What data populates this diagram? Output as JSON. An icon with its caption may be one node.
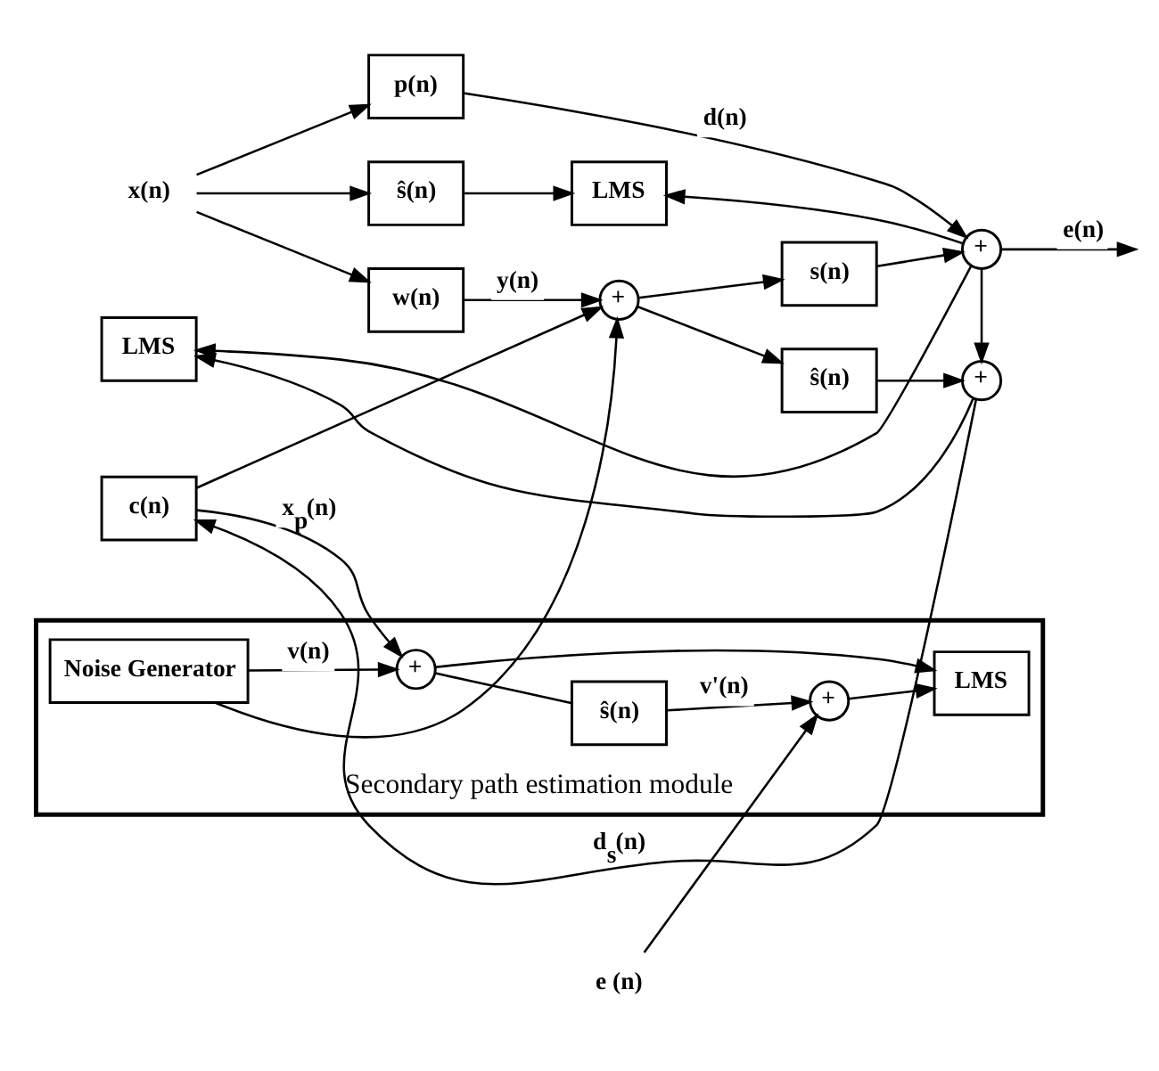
{
  "diagram": {
    "nodes": [
      {
        "text": [
          "x(n)"
        ]
      },
      {
        "text": [
          "p(n)"
        ]
      },
      {
        "text": [
          "ŝ(n)"
        ]
      },
      {
        "text": [
          "LMS"
        ]
      },
      {
        "text": [
          "w(n)"
        ]
      },
      {
        "text": [
          "+"
        ]
      },
      {
        "text": [
          "+"
        ]
      },
      {
        "text": [
          "s(n)"
        ]
      },
      {
        "text": [
          "c(n)"
        ]
      },
      {
        "text": [
          "ŝ(n)"
        ]
      },
      {
        "text": [
          "LMS"
        ]
      },
      {
        "text": [
          "+"
        ]
      },
      {
        "text": [
          "e (n)"
        ]
      },
      {
        "text": [
          "Secondary path estimation module"
        ]
      },
      {
        "text": [
          "Noise Generator"
        ],
        "in": 13
      },
      {
        "text": [
          "+"
        ],
        "in": 13
      },
      {
        "text": [
          "ŝ(n)"
        ],
        "in": 13
      },
      {
        "text": [
          "+"
        ],
        "in": 13
      },
      {
        "text": [
          "LMS"
        ],
        "in": 13
      }
    ],
    "edges": [
      {
        "from": 0,
        "to": 1,
        "arrow": "to"
      },
      {
        "from": 0,
        "to": 2,
        "arrow": "to"
      },
      {
        "from": 0,
        "to": 4,
        "arrow": "to"
      },
      {
        "from": 1,
        "to": 6,
        "arrow": "to",
        "label": "d(n)"
      },
      {
        "from": 2,
        "to": 3,
        "arrow": "to"
      },
      {
        "from": 6,
        "to": null,
        "arrow": "to",
        "label": "e(n)"
      },
      {
        "from": 6,
        "to": 3,
        "arrow": "to"
      },
      {
        "from": 6,
        "to": 10,
        "arrow": "to"
      },
      {
        "from": 6,
        "to": 11,
        "arrow": "to"
      },
      {
        "from": 4,
        "to": 5,
        "arrow": "to",
        "label": "y(n)"
      },
      {
        "from": 5,
        "to": 7,
        "arrow": "to"
      },
      {
        "from": 5,
        "to": 9,
        "arrow": "to"
      },
      {
        "from": 7,
        "to": 6,
        "arrow": "to"
      },
      {
        "from": 8,
        "to": 5,
        "arrow": "to"
      },
      {
        "from": 8,
        "to": 15,
        "arrow": "to",
        "label": "x$_{p}$(n)"
      },
      {
        "from": 9,
        "to": 11,
        "arrow": "to"
      },
      {
        "from": 11,
        "to": 8,
        "arrow": "to",
        "label": "d$_{s}$(n)"
      },
      {
        "from": 11,
        "to": 10,
        "arrow": "to"
      },
      {
        "from": 14,
        "to": 15,
        "arrow": "to",
        "label": "v(n)"
      },
      {
        "from": 14,
        "to": 5,
        "arrow": "to"
      },
      {
        "from": 15,
        "to": 16,
        "arrow": "none"
      },
      {
        "from": 15,
        "to": 18,
        "arrow": "to"
      },
      {
        "from": 16,
        "to": 17,
        "arrow": "to",
        "label": "v'(n)"
      },
      {
        "from": 12,
        "to": 17,
        "arrow": "to"
      },
      {
        "from": 17,
        "to": 18,
        "arrow": "to"
      }
    ]
  }
}
